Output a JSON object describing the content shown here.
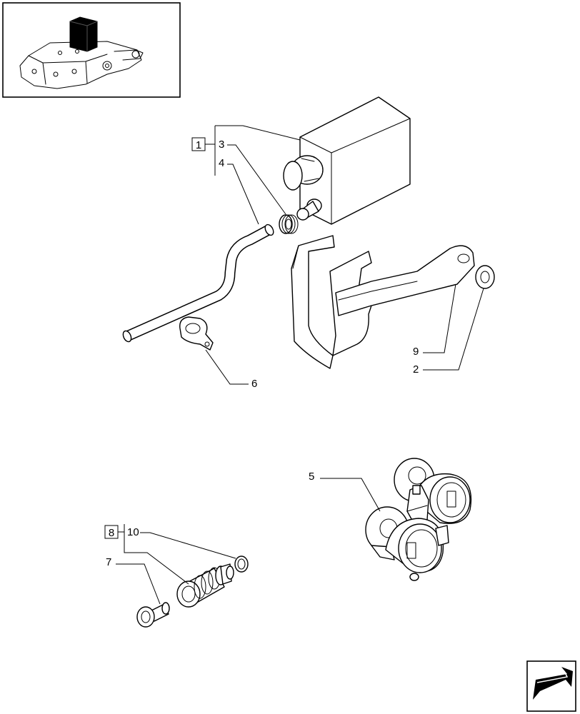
{
  "callouts": {
    "c1": "1",
    "c2": "2",
    "c3": "3",
    "c4": "4",
    "c5": "5",
    "c6": "6",
    "c7": "7",
    "c8": "8",
    "c9": "9",
    "c10": "10"
  },
  "icons": {
    "thumbnail": "assembly-location-thumbnail",
    "nav": "next-page-arrow-icon"
  }
}
